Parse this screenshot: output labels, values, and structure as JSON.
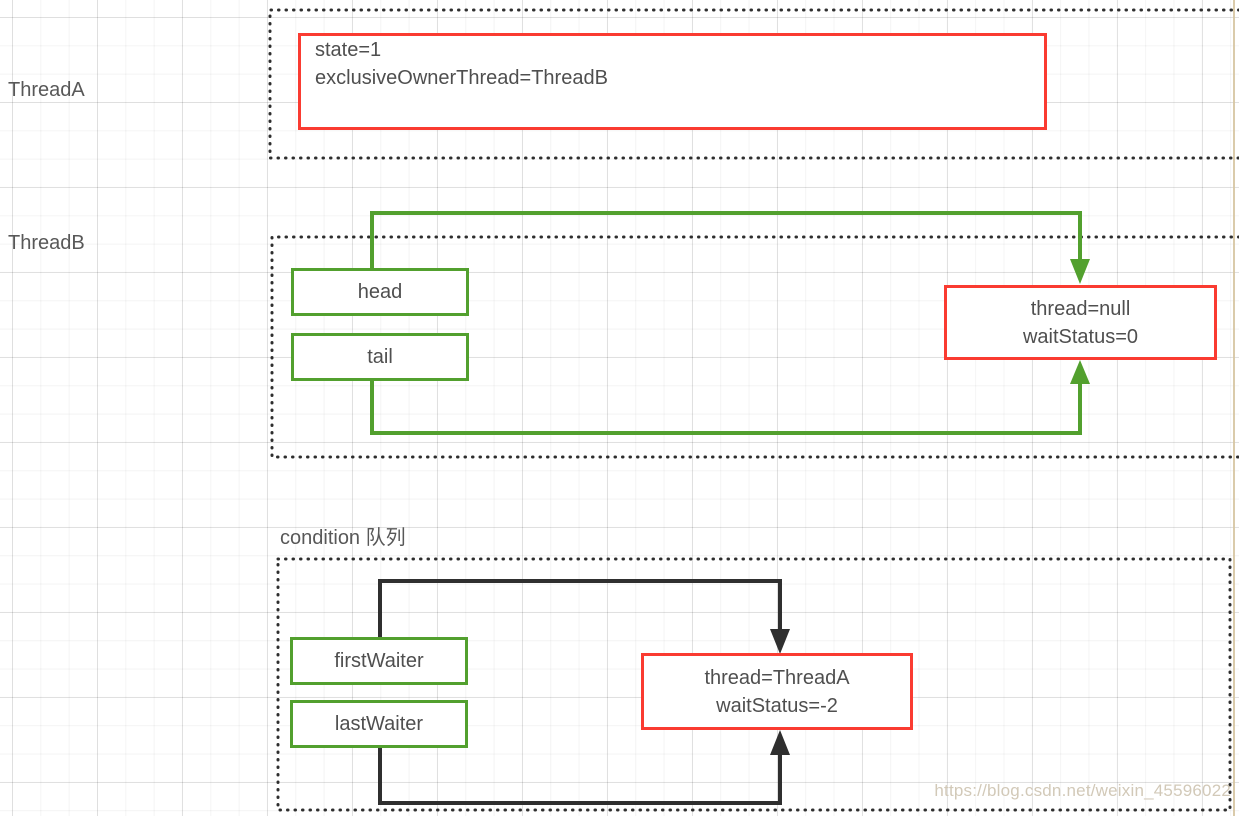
{
  "canvas": {
    "watermark": "https://blog.csdn.net/weixin_45596022"
  },
  "colors": {
    "accent_red": "#fa3b31",
    "accent_green": "#52a02e",
    "connector_black": "#2f2f2f",
    "dotted_border": "#2e2e2e",
    "text_gray": "#4f4f4f",
    "page_edge_tan": "#d6c5a2",
    "watermark_tan": "#d2c9b8"
  },
  "lock_section": {
    "owner_label": "ThreadA",
    "state_box": {
      "line1": "state=1",
      "line2": "exclusiveOwnerThread=ThreadB"
    }
  },
  "sync_queue_section": {
    "owner_label": "ThreadB",
    "head_box_label": "head",
    "tail_box_label": "tail",
    "node_box": {
      "line1": "thread=null",
      "line2": "waitStatus=0"
    }
  },
  "condition_queue_section": {
    "title": "condition 队列",
    "first_waiter_box_label": "firstWaiter",
    "last_waiter_box_label": "lastWaiter",
    "node_box": {
      "line1": "thread=ThreadA",
      "line2": "waitStatus=-2"
    }
  }
}
